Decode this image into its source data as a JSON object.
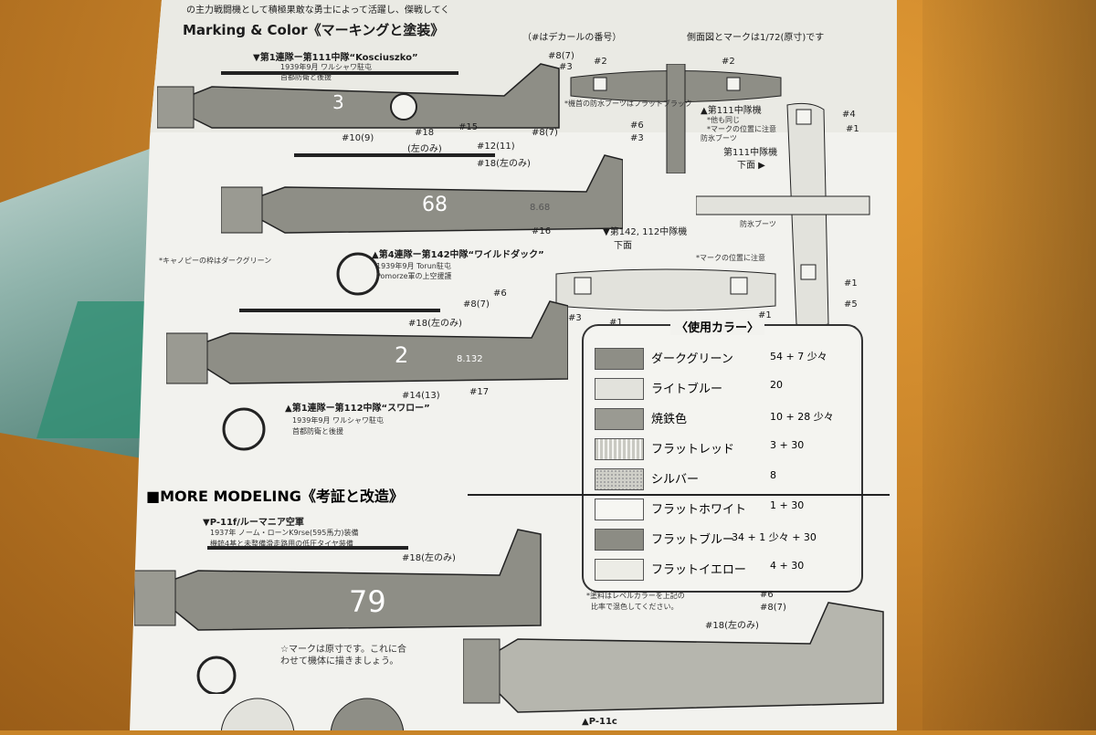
{
  "header": {
    "top_text": "の主力戦闘機として積極果敢な勇士によって活躍し、傑戦してく",
    "title": "Marking & Color《マーキングと塗装》",
    "decal_note": "（#はデカールの番号）",
    "scale_note": "側面図とマークは1/72(原寸)です"
  },
  "aircraft": [
    {
      "caption": "▼第1連隊ー第111中隊“Kosciuszko”",
      "note1": "1939年9月 ワルシャワ駐屯",
      "note2": "首都防衛と後援",
      "number": "3"
    },
    {
      "caption": "▲第4連隊ー第142中隊“ワイルドダック”",
      "note1": "1939年9月 Torun駐屯",
      "note2": "Pomorze軍の上空援護",
      "number": "68"
    },
    {
      "caption": "▲第1連隊ー第112中隊“スワロー”",
      "note1": "1939年9月 ワルシャワ駐屯",
      "note2": "首都防衛と後援",
      "number": "2"
    }
  ],
  "labels": {
    "p1_10": "#10(9)",
    "p1_18": "#18",
    "p1_left": "(左のみ)",
    "p1_15": "#15",
    "p1_8": "#8(7)",
    "p1_3": "#3",
    "p1_2a": "#2",
    "p1_2b": "#2",
    "p2_12": "#12(11)",
    "p2_18": "#18(左のみ)",
    "p2_8": "#8(7)",
    "p2_6": "#6",
    "p2_3": "#3",
    "p2_16": "#16",
    "p2_serial": "8.68",
    "p3_6": "#6",
    "p3_8": "#8(7)",
    "p3_18": "#18(左のみ)",
    "p3_3": "#3",
    "p3_14": "#14(13)",
    "p3_17": "#17",
    "p3_serial": "8.132",
    "canopy_note": "*キャノピーの枠はダークグリーン",
    "prop_note": "*機首の防水ブーツはフラットブラック",
    "unit111": "▲第111中隊機",
    "unit111_sub1": "*他も同じ",
    "unit111_sub2": "*マークの位置に注意",
    "boot1": "防氷ブーツ",
    "unit111_bottom": "第111中隊機",
    "bottom": "下面 ▶",
    "unit142": "▼第142, 112中隊機",
    "unit142_bottom": "下面",
    "mark_note": "*マークの位置に注意",
    "boot2": "防氷ブーツ",
    "r_4": "#4",
    "r_1a": "#1",
    "r_1b": "#1",
    "r_1c": "#1",
    "r_5": "#5",
    "r_1d": "#1",
    "r_1e": "#1"
  },
  "legend": {
    "title": "〈使用カラー〉",
    "colors": [
      {
        "name": "ダークグリーン",
        "mix": "54 + 7 少々",
        "hex": "#8e8e86"
      },
      {
        "name": "ライトブルー",
        "mix": "20",
        "hex": "#e2e2dc"
      },
      {
        "name": "焼鉄色",
        "mix": "10 + 28 少々",
        "hex": "#9a9a92"
      },
      {
        "name": "フラットレッド",
        "mix": "3 + 30",
        "hex": "#c9c9c2"
      },
      {
        "name": "シルバー",
        "mix": "8",
        "hex": "#b6b6ae"
      },
      {
        "name": "フラットホワイト",
        "mix": "1 + 30",
        "hex": "#f6f6f2"
      },
      {
        "name": "フラットブルー",
        "mix": "34 + 1 少々 + 30",
        "hex": "#8c8c84"
      },
      {
        "name": "フラットイエロー",
        "mix": "4 + 30",
        "hex": "#ecece6"
      }
    ],
    "foot1": "*塗料はレベルカラーを上記の",
    "foot2": "比率で混色してください。"
  },
  "more": {
    "title": "■MORE MODELING《考証と改造》",
    "p11f": "▼P-11f/ルーマニア空軍",
    "note1": "1937年 ノーム・ローンK9rse(595馬力)装備",
    "note2": "機銃4基と未整備滑走路用の低圧タイヤ装備",
    "num": "79",
    "l18": "#18(左のみ)",
    "mark1": "☆マークは原寸です。これに合",
    "mark2": "わせて機体に描きましょう。",
    "r6": "#6",
    "r8": "#8(7)",
    "r18": "#18(左のみ)",
    "p11c": "▲P-11c"
  }
}
